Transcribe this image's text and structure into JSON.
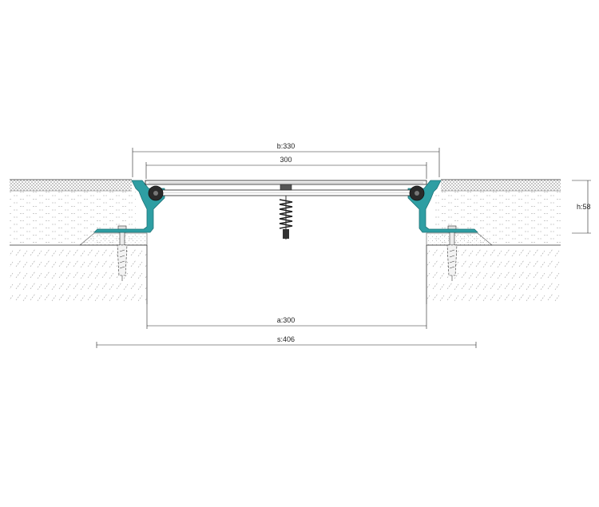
{
  "dimensions": {
    "b": "b:330",
    "cover": "300",
    "h": "h:58",
    "a": "a:300",
    "s": "s:406"
  },
  "colors": {
    "profile": "#2e9ea3",
    "profile_dark": "#1f7377",
    "seal": "#2a2a2a",
    "line": "#222222",
    "hatch": "#9a9a9a"
  }
}
